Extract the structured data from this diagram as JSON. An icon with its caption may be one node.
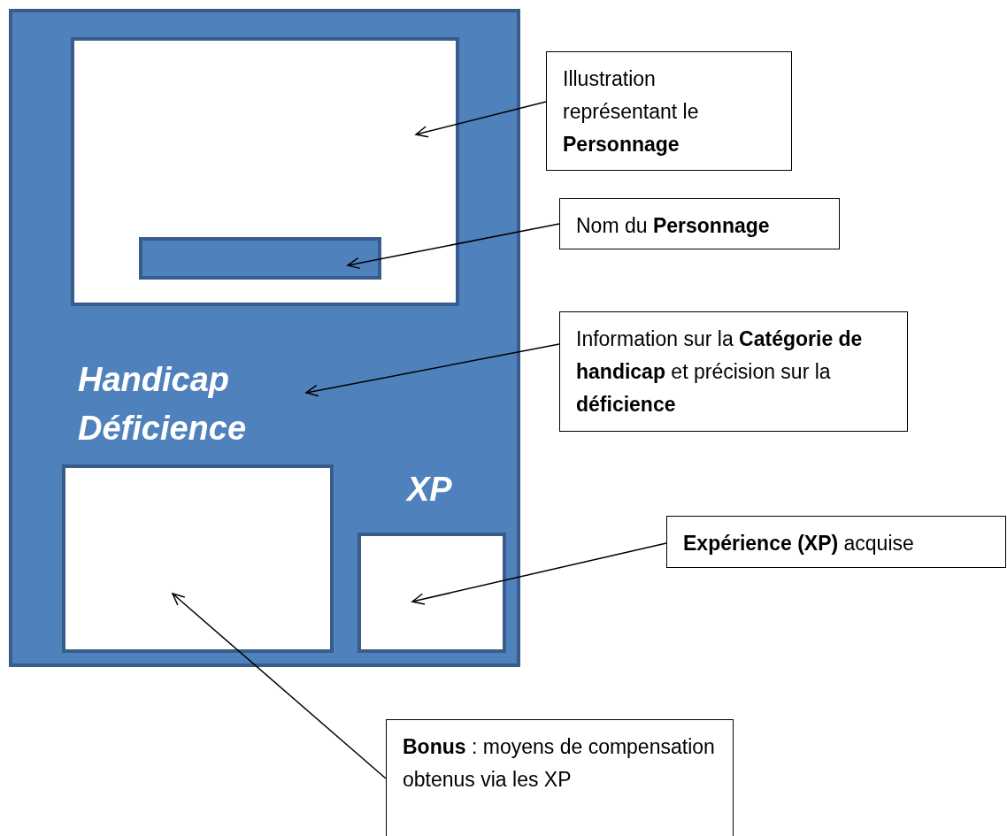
{
  "diagram": {
    "nodes": [
      {
        "text": [],
        "shape": "box"
      },
      {
        "text": [],
        "shape": "box",
        "in": 0
      },
      {
        "text": [],
        "shape": "bar",
        "in": 1
      },
      {
        "text": [
          "Handicap Déficience"
        ],
        "in": 0
      },
      {
        "text": [],
        "shape": "box",
        "in": 0
      },
      {
        "text": [
          "XP"
        ],
        "in": 0
      },
      {
        "text": [
          "Illustration représentant le **Personnage**"
        ]
      },
      {
        "text": [
          "Nom du **Personnage**"
        ]
      },
      {
        "text": [
          "Information sur la **Catégorie de handicap** et précision sur la **déficience**"
        ]
      },
      {
        "text": [
          "**Expérience (XP)** acquise"
        ]
      },
      {
        "text": [
          "**Bonus** : moyens de compensation  obtenus via les XP"
        ]
      }
    ],
    "edges": [
      {
        "from": 6,
        "to": 1,
        "arrow": "to"
      },
      {
        "from": 7,
        "to": 2,
        "arrow": "to"
      },
      {
        "from": 8,
        "to": 3,
        "arrow": "to"
      },
      {
        "from": 9,
        "to": 5,
        "arrow": "to"
      },
      {
        "from": 10,
        "to": 4,
        "arrow": "to"
      }
    ]
  }
}
